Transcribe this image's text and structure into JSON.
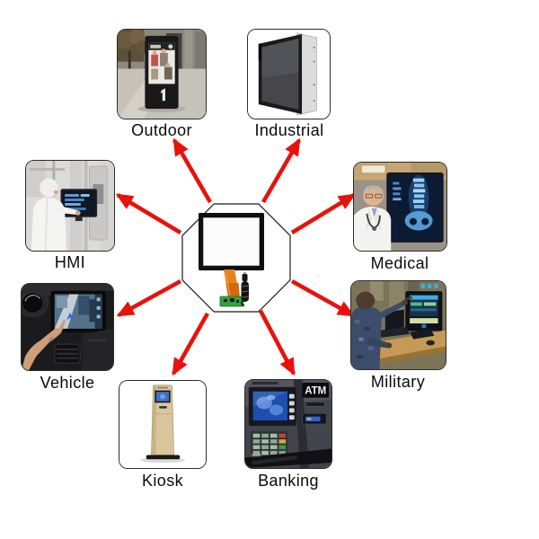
{
  "diagram": {
    "arrow_color": "#e8120c",
    "center": {
      "icon": "touch-panel-module-graphic"
    },
    "applications": [
      {
        "id": "outdoor",
        "label": "Outdoor",
        "icon": "outdoor-signage-photo"
      },
      {
        "id": "industrial",
        "label": "Industrial",
        "icon": "industrial-panel-pc-photo"
      },
      {
        "id": "hmi",
        "label": "HMI",
        "icon": "factory-hmi-operator-photo"
      },
      {
        "id": "medical",
        "label": "Medical",
        "icon": "doctor-radiology-monitor-photo"
      },
      {
        "id": "vehicle",
        "label": "Vehicle",
        "icon": "car-dashboard-touchscreen-photo"
      },
      {
        "id": "military",
        "label": "Military",
        "icon": "military-workstation-photo"
      },
      {
        "id": "kiosk",
        "label": "Kiosk",
        "icon": "self-service-kiosk-photo"
      },
      {
        "id": "banking",
        "label": "Banking",
        "icon": "atm-machine-photo",
        "sign_text": "ATM"
      }
    ]
  }
}
